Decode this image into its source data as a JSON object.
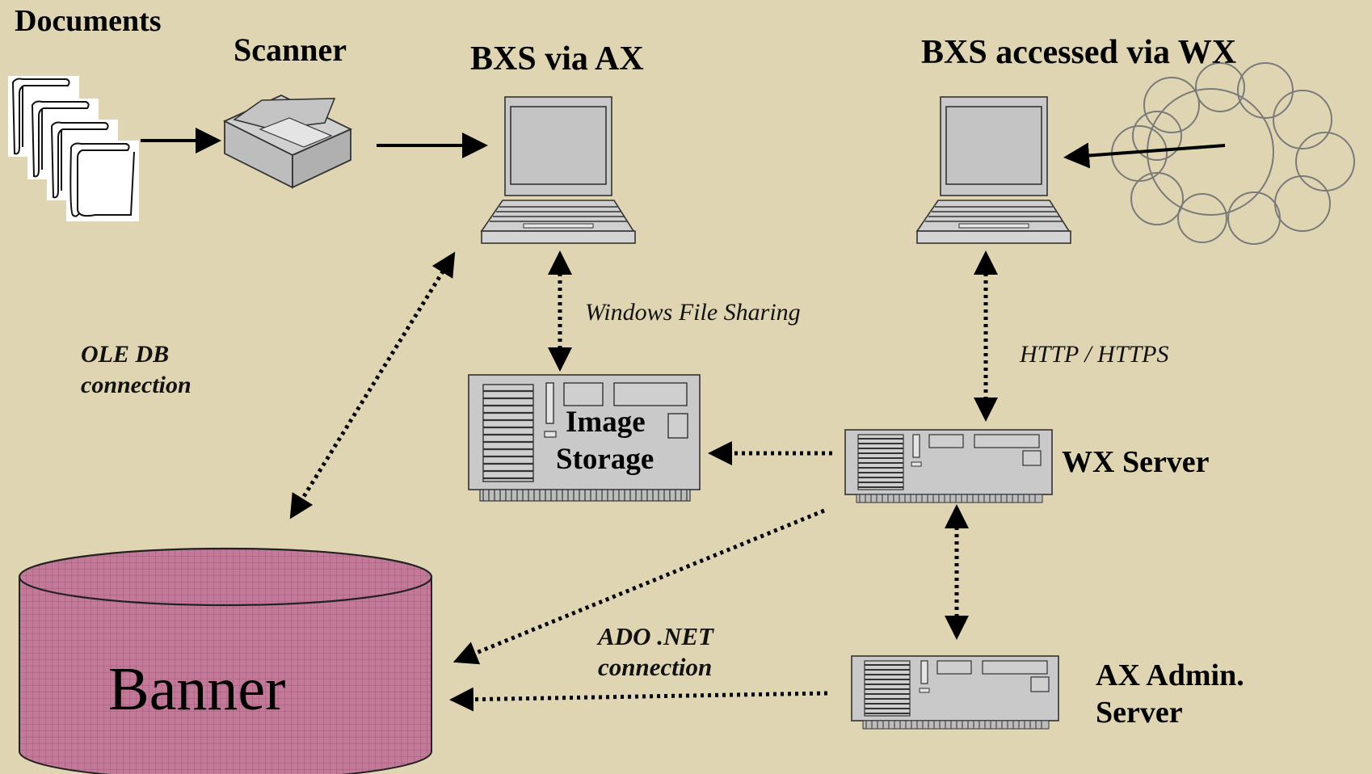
{
  "labels": {
    "documents": "Documents",
    "scanner": "Scanner",
    "bxs_ax": "BXS via AX",
    "bxs_wx": "BXS accessed via WX",
    "windows_file_sharing": "Windows File Sharing",
    "ole_db_1": "OLE DB",
    "ole_db_2": "connection",
    "http": "HTTP / HTTPS",
    "image_storage_1": "Image",
    "image_storage_2": "Storage",
    "wx_server": "WX Server",
    "ado_1": "ADO .NET",
    "ado_2": "connection",
    "ax_admin_1": "AX Admin.",
    "ax_admin_2": "Server",
    "banner": "Banner"
  },
  "colors": {
    "background": "#e0d5b3",
    "banner_fill": "#c27a98",
    "device_fill": "#c9c9c9"
  }
}
